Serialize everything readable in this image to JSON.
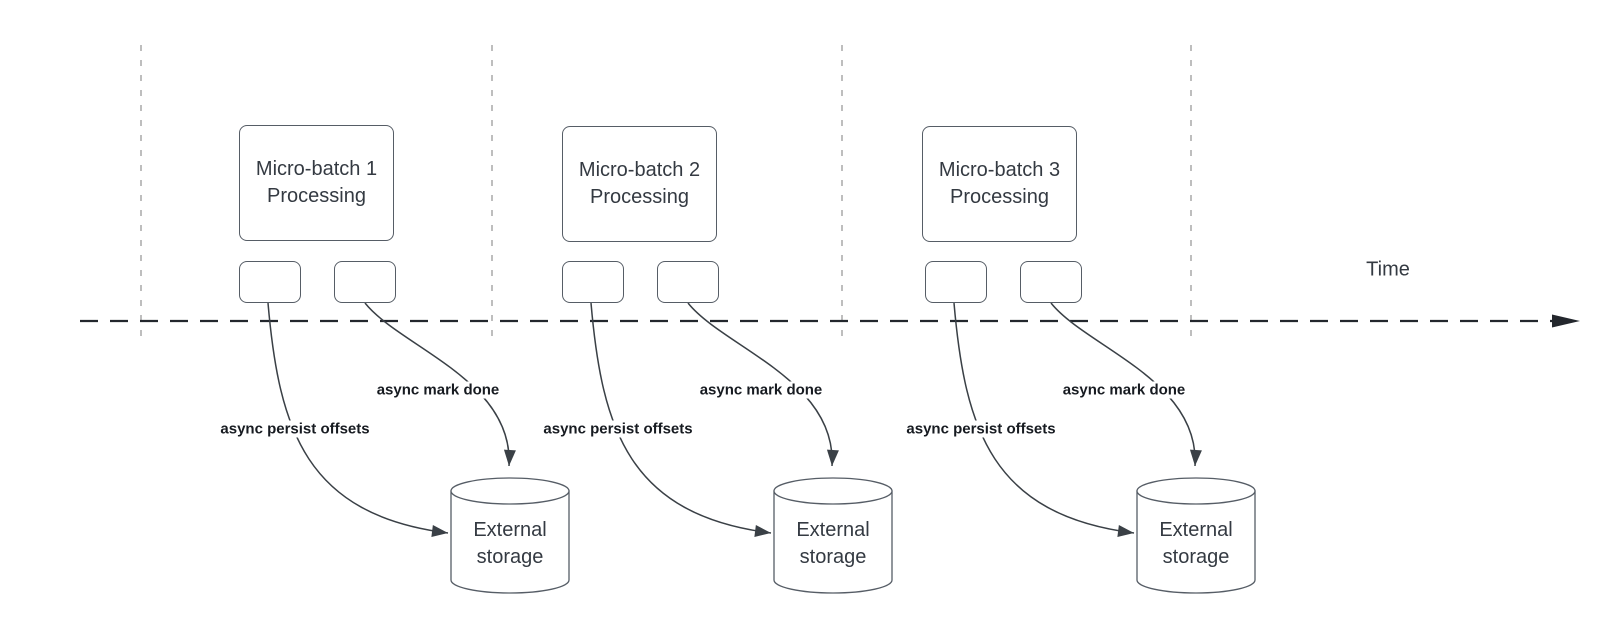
{
  "diagram": {
    "time_axis_label": "Time",
    "colors": {
      "background": "#ffffff",
      "shape_stroke": "#565d66",
      "arrow_stroke": "#3a4046",
      "guide_line": "#a9a9a9",
      "node_text": "#343a42",
      "edge_label_text": "#171b21"
    },
    "groups": [
      {
        "box_line1": "Micro-batch 1",
        "box_line2": "Processing",
        "persist_label": "async persist offsets",
        "done_label": "async mark done",
        "storage_label": "External storage"
      },
      {
        "box_line1": "Micro-batch 2",
        "box_line2": "Processing",
        "persist_label": "async persist offsets",
        "done_label": "async mark done",
        "storage_label": "External storage"
      },
      {
        "box_line1": "Micro-batch 3",
        "box_line2": "Processing",
        "persist_label": "async persist offsets",
        "done_label": "async mark done",
        "storage_label": "External storage"
      }
    ]
  }
}
